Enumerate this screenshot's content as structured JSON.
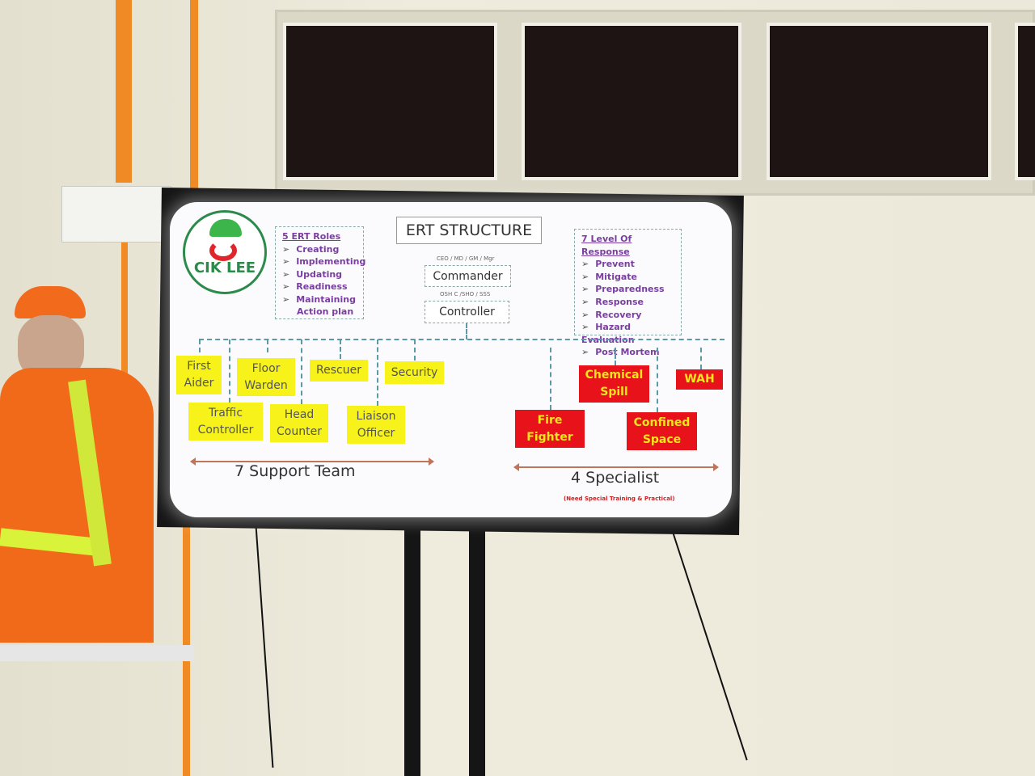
{
  "slide": {
    "title": "ERT STRUCTURE",
    "logo_text": "CIK LEE",
    "roles": {
      "heading": "5 ERT Roles",
      "items": [
        "Creating",
        "Implementing",
        "Updating",
        "Readiness",
        "Maintaining",
        "Action plan"
      ]
    },
    "levels": {
      "heading": "7 Level Of Response",
      "items": [
        "Prevent",
        "Mitigate",
        "Preparedness",
        "Response",
        "Recovery",
        "Hazard Evaluation",
        "Post Mortem"
      ]
    },
    "commander": {
      "caption": "CEO / MD / GM / Mgr",
      "label": "Commander"
    },
    "controller": {
      "caption": "OSH C /SHO / SSS",
      "label": "Controller"
    },
    "support": {
      "first_aider": "First Aider",
      "floor_warden": "Floor Warden",
      "rescuer": "Rescuer",
      "security": "Security",
      "traffic_controller": "Traffic Controller",
      "head_counter": "Head Counter",
      "liaison_officer": "Liaison Officer"
    },
    "specialist": {
      "chemical_spill": "Chemical Spill",
      "wah": "WAH",
      "fire_fighter": "Fire Fighter",
      "confined_space": "Confined Space"
    },
    "support_caption": "7 Support Team",
    "specialist_caption": "4 Specialist",
    "specialist_note": "(Need Special Training & Practical)"
  },
  "colors": {
    "support": "#f6f21a",
    "specialist": "#e8121a",
    "wall": "#ece8da"
  }
}
